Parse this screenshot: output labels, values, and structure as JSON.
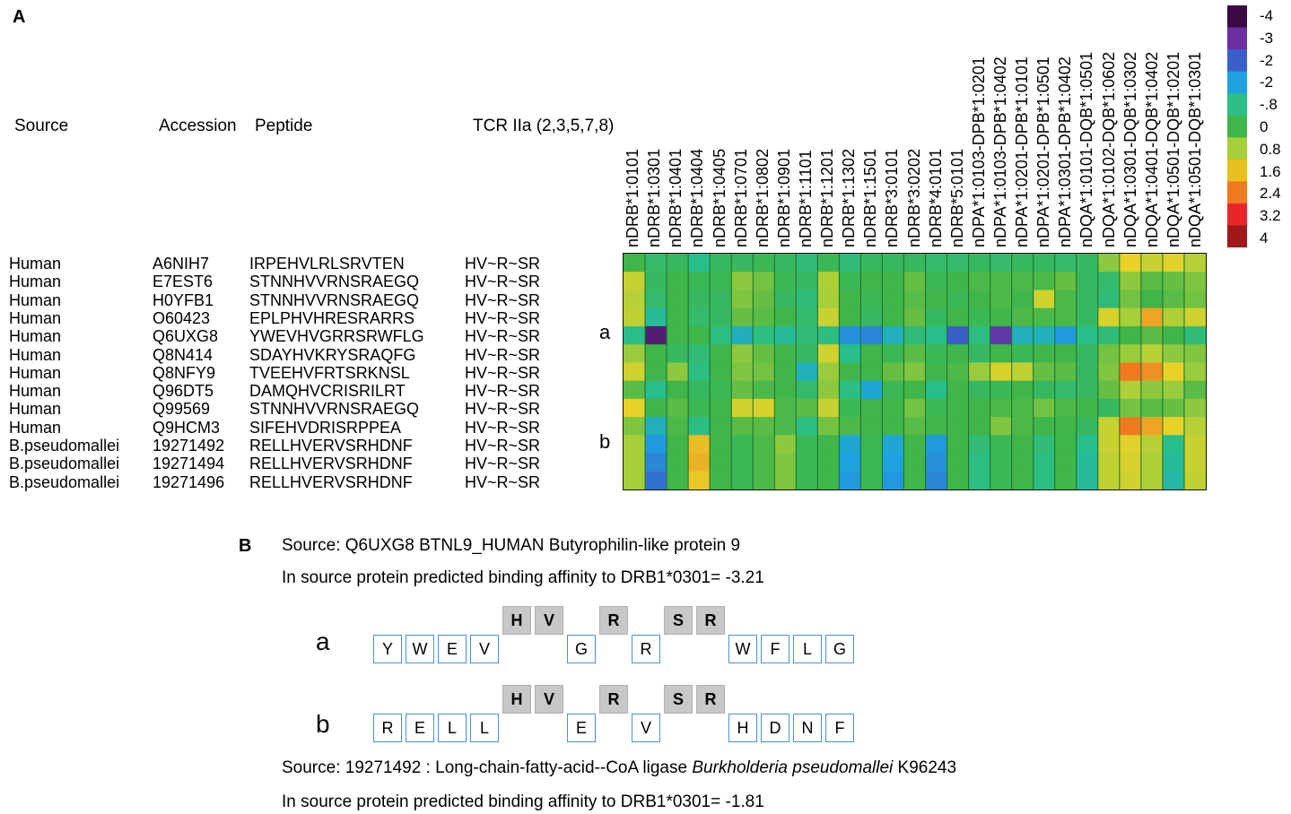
{
  "panelA": {
    "label": "A",
    "headers": {
      "source": "Source",
      "accession": "Accession",
      "peptide": "Peptide",
      "tcr": "TCR IIa (2,3,5,7,8)"
    },
    "rows": [
      {
        "source": "Human",
        "accession": "A6NIH7",
        "peptide": "IRPEHVLRLSRVTEN",
        "tcr": "HV~R~SR"
      },
      {
        "source": "Human",
        "accession": "E7EST6",
        "peptide": "STNNHVVRNSRAEGQ",
        "tcr": "HV~R~SR"
      },
      {
        "source": "Human",
        "accession": "H0YFB1",
        "peptide": "STNNHVVRNSRAEGQ",
        "tcr": "HV~R~SR"
      },
      {
        "source": "Human",
        "accession": "O60423",
        "peptide": "EPLPHVHRESRARRS",
        "tcr": "HV~R~SR"
      },
      {
        "source": "Human",
        "accession": "Q6UXG8",
        "peptide": "YWEVHVGRRSRWFLG",
        "tcr": "HV~R~SR"
      },
      {
        "source": "Human",
        "accession": "Q8N414",
        "peptide": "SDAYHVKRYSRAQFG",
        "tcr": "HV~R~SR"
      },
      {
        "source": "Human",
        "accession": "Q8NFY9",
        "peptide": "TVEEHVFRTSRKNSL",
        "tcr": "HV~R~SR"
      },
      {
        "source": "Human",
        "accession": "Q96DT5",
        "peptide": "DAMQHVCRISRILRT",
        "tcr": "HV~R~SR"
      },
      {
        "source": "Human",
        "accession": "Q99569",
        "peptide": "STNNHVVRNSRAEGQ",
        "tcr": "HV~R~SR"
      },
      {
        "source": "Human",
        "accession": "Q9HCM3",
        "peptide": "SIFEHVDRISRPPEA",
        "tcr": "HV~R~SR"
      },
      {
        "source": "B.pseudomallei",
        "accession": "19271492",
        "peptide": "RELLHVERVSRHDNF",
        "tcr": "HV~R~SR"
      },
      {
        "source": "B.pseudomallei",
        "accession": "19271494",
        "peptide": "RELLHVERVSRHDNF",
        "tcr": "HV~R~SR"
      },
      {
        "source": "B.pseudomallei",
        "accession": "19271496",
        "peptide": "RELLHVERVSRHDNF",
        "tcr": "HV~R~SR"
      }
    ],
    "row_markers": {
      "a": "a",
      "b": "b"
    },
    "columns": [
      "nDRB*1:0101",
      "nDRB*1:0301",
      "nDRB*1:0401",
      "nDRB*1:0404",
      "nDRB*1:0405",
      "nDRB*1:0701",
      "nDRB*1:0802",
      "nDRB*1:0901",
      "nDRB*1:1101",
      "nDRB*1:1201",
      "nDRB*1:1302",
      "nDRB*1:1501",
      "nDRB*3:0101",
      "nDRB*3:0202",
      "nDRB*4:0101",
      "nDRB*5:0101",
      "nDPA*1:0103-DPB*1:0201",
      "nDPA*1:0103-DPB*1:0402",
      "nDPA*1:0201-DPB*1:0101",
      "nDPA*1:0201-DPB*1:0501",
      "nDPA*1:0301-DPB*1:0402",
      "nDQA*1:0101-DQB*1:0501",
      "nDQA*1:0102-DQB*1:0602",
      "nDQA*1:0301-DQB*1:0302",
      "nDQA*1:0401-DQB*1:0402",
      "nDQA*1:0501-DQB*1:0201",
      "nDQA*1:0501-DQB*1:0301"
    ],
    "legend": {
      "labels": [
        "-4",
        "-3",
        "-2",
        "-2",
        "-.8",
        "0",
        "0.8",
        "1.6",
        "2.4",
        "3.2",
        "4"
      ],
      "colors": [
        "#3b0a45",
        "#6a2fa0",
        "#3a5fc8",
        "#1ea3e0",
        "#2bbf87",
        "#3fb54a",
        "#a6cf3a",
        "#e8c020",
        "#f07a20",
        "#e8262a",
        "#a01818"
      ]
    }
  },
  "panelB": {
    "label": "B",
    "source_a": "Source: Q6UXG8 BTNL9_HUMAN Butyrophilin-like protein 9",
    "affinity_a": "In source protein predicted binding affinity to DRB1*0301= -3.21",
    "seq_a_label": "a",
    "seq_a_top": [
      "H",
      "V",
      "R",
      "S",
      "R"
    ],
    "seq_a_bottom": [
      "Y",
      "W",
      "E",
      "V",
      "G",
      "R",
      "W",
      "F",
      "L",
      "G"
    ],
    "seq_b_label": "b",
    "seq_b_top": [
      "H",
      "V",
      "R",
      "S",
      "R"
    ],
    "seq_b_bottom": [
      "R",
      "E",
      "L",
      "L",
      "E",
      "V",
      "H",
      "D",
      "N",
      "F"
    ],
    "source_b_prefix": "Source: 19271492 : Long-chain-fatty-acid--CoA ligase ",
    "source_b_species": "Burkholderia pseudomallei",
    "source_b_suffix": " K96243",
    "affinity_b": "In source protein predicted binding affinity to DRB1*0301= -1.81"
  },
  "heatmap": {
    "type": "heatmap",
    "value_range": [
      -4,
      4
    ],
    "values": [
      [
        0,
        -0.3,
        -0.2,
        -0.6,
        -0.2,
        -0.2,
        -0.1,
        -0.2,
        -0.4,
        -0.1,
        -0.4,
        -0.2,
        -0.2,
        -0.2,
        -0.3,
        -0.3,
        -0.2,
        -0.3,
        -0.2,
        -0.2,
        -0.3,
        -0.2,
        0.6,
        1.6,
        1.2,
        1.5,
        1.0
      ],
      [
        1.2,
        -0.2,
        0.0,
        -0.1,
        -0.1,
        0.6,
        0.4,
        -0.1,
        -0.2,
        0.9,
        -0.1,
        0.0,
        0.0,
        0.3,
        -0.1,
        0.0,
        0.1,
        0.1,
        0.1,
        0.1,
        0.3,
        -0.2,
        -0.3,
        0.6,
        0.2,
        0.3,
        0.5
      ],
      [
        1.0,
        -0.3,
        0.0,
        -0.2,
        -0.2,
        0.5,
        0.3,
        -0.2,
        -0.4,
        0.8,
        0.0,
        -0.1,
        0.0,
        0.2,
        0.0,
        -0.1,
        0.0,
        0.1,
        0.0,
        1.3,
        0.1,
        -0.2,
        -0.4,
        0.4,
        0.0,
        0.2,
        0.4
      ],
      [
        1.1,
        -0.7,
        0.0,
        -0.3,
        -0.2,
        0.3,
        0.2,
        0.0,
        -0.3,
        1.2,
        0.0,
        -0.2,
        0.0,
        0.3,
        -0.2,
        0.0,
        -0.1,
        0.0,
        0.1,
        0.1,
        0.1,
        -0.2,
        1.4,
        0.8,
        2.0,
        0.9,
        1.3
      ],
      [
        -0.6,
        -3.5,
        0.0,
        0.0,
        -0.5,
        -1.0,
        -0.5,
        -0.7,
        -0.4,
        -0.5,
        -1.5,
        -1.6,
        -1.0,
        -0.4,
        -0.6,
        -2.0,
        -0.5,
        -2.8,
        -1.0,
        -1.0,
        -1.4,
        -0.6,
        -0.4,
        0.0,
        0.2,
        0.0,
        -0.4
      ],
      [
        0.7,
        0.0,
        -0.2,
        -0.4,
        0.0,
        0.6,
        0.3,
        0.0,
        -0.2,
        1.3,
        -0.6,
        0.0,
        -0.1,
        0.2,
        -0.1,
        0.0,
        -0.2,
        0.0,
        -0.1,
        0.0,
        0.0,
        -0.2,
        0.4,
        0.7,
        1.0,
        0.6,
        0.5
      ],
      [
        1.3,
        0.0,
        0.6,
        -0.5,
        0.0,
        0.5,
        0.4,
        0.0,
        -1.0,
        0.7,
        0.0,
        0.0,
        0.3,
        0.5,
        0.0,
        0.1,
        0.7,
        1.4,
        1.1,
        0.3,
        0.2,
        -0.2,
        0.5,
        2.4,
        2.2,
        1.6,
        0.7
      ],
      [
        0.2,
        -0.6,
        0.0,
        -0.2,
        -0.1,
        0.3,
        0.1,
        0.0,
        -0.3,
        0.6,
        -0.5,
        -1.2,
        -0.1,
        0.0,
        -0.6,
        0.0,
        -0.2,
        -0.1,
        0.0,
        -0.2,
        -0.3,
        -0.2,
        0.3,
        0.9,
        0.6,
        0.7,
        0.2
      ],
      [
        1.6,
        0.0,
        0.2,
        -0.1,
        0.0,
        1.3,
        1.4,
        0.1,
        0.2,
        1.2,
        -0.1,
        0.0,
        0.0,
        0.4,
        -0.1,
        0.0,
        0.0,
        0.1,
        0.1,
        0.4,
        0.1,
        0.0,
        -0.2,
        0.4,
        0.2,
        0.3,
        0.6
      ],
      [
        0.5,
        -1.0,
        0.1,
        -0.5,
        0.0,
        0.2,
        0.2,
        0.1,
        -0.5,
        0.4,
        0.1,
        0.0,
        0.0,
        0.2,
        0.0,
        0.0,
        0.0,
        0.5,
        0.1,
        0.0,
        0.0,
        -0.2,
        1.2,
        2.4,
        2.0,
        1.6,
        1.0
      ],
      [
        0.8,
        -1.4,
        0.0,
        1.8,
        0.0,
        -0.1,
        0.1,
        0.6,
        -0.1,
        0.0,
        -1.2,
        -0.1,
        -1.2,
        0.0,
        -1.4,
        0.0,
        -0.4,
        -0.1,
        0.0,
        -0.4,
        0.0,
        -0.6,
        1.2,
        1.5,
        1.0,
        -0.6,
        1.2
      ],
      [
        0.8,
        -1.6,
        0.0,
        1.9,
        0.0,
        -0.1,
        0.1,
        0.5,
        -0.1,
        0.0,
        -1.3,
        -0.1,
        -1.3,
        0.0,
        -1.5,
        0.0,
        -0.5,
        -0.1,
        0.0,
        -0.5,
        0.0,
        -0.7,
        1.1,
        1.4,
        0.9,
        -0.7,
        1.2
      ],
      [
        0.8,
        -1.8,
        0.0,
        1.7,
        0.0,
        -0.1,
        0.1,
        0.5,
        -0.1,
        0.0,
        -1.4,
        -0.1,
        -1.4,
        0.0,
        -1.6,
        0.0,
        -0.5,
        -0.1,
        0.0,
        -0.5,
        0.0,
        -0.7,
        1.1,
        1.3,
        0.9,
        -0.8,
        1.1
      ]
    ]
  }
}
